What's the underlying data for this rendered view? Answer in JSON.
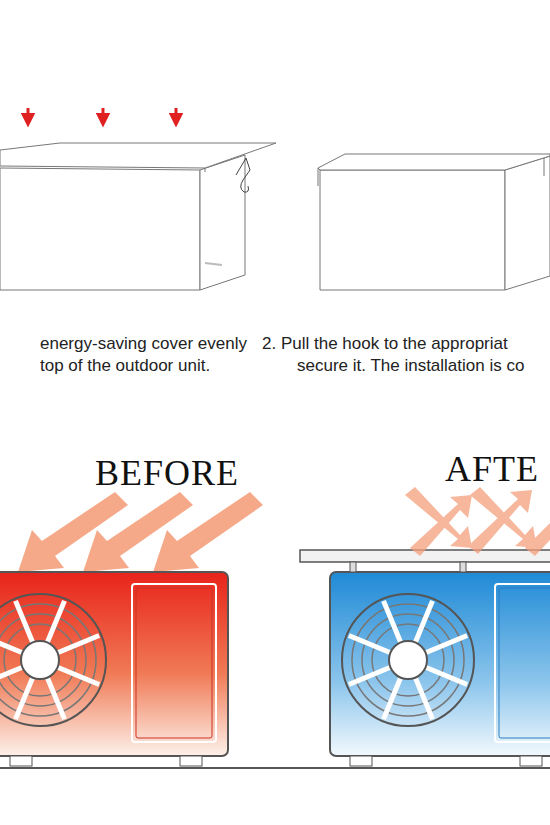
{
  "diagram": {
    "labels": [
      "energy-saving cover evenly",
      "top of the outdoor unit.",
      "2. Pull the hook to the appropriat",
      "secure it. The installation is co",
      "BEFORE",
      "AFTE"
    ]
  }
}
